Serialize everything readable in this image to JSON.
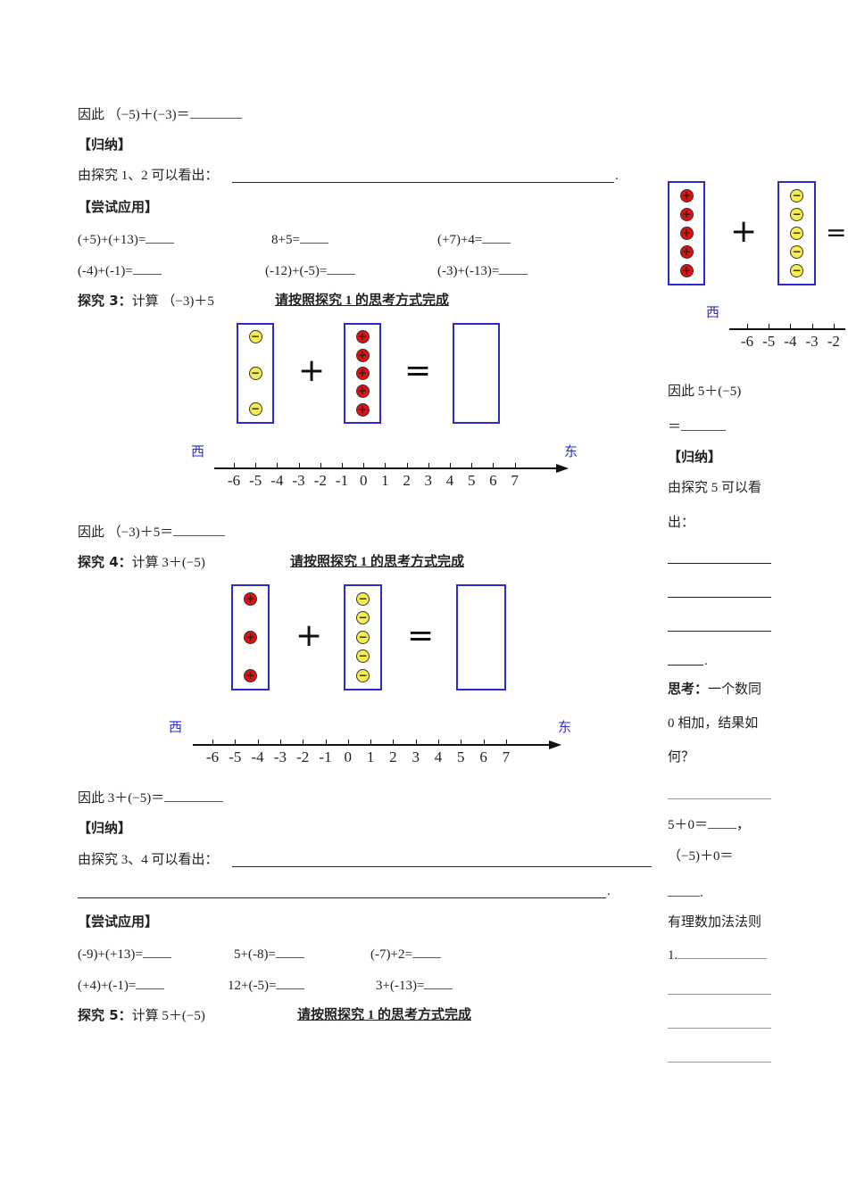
{
  "sec2_result": {
    "prefix": "因此",
    "expr": "（−5)＋(−3)＝"
  },
  "guina_label": "【归纳】",
  "guina1": {
    "text": "由探究 1、2 可以看出：",
    "end": "."
  },
  "try_label": "【尝试应用】",
  "try1": [
    "(+5)+(+13)=",
    "8+5=",
    "(+7)+4=",
    "(-4)+(-1)=",
    "(-12)+(-5)=",
    "(-3)+(-13)="
  ],
  "tan3": {
    "label": "探究 3：",
    "calc": "计算 （−3)＋5",
    "hint": "请按照探究 1 的思考方式完成"
  },
  "sec3_result": {
    "prefix": "因此",
    "expr": "（−3)＋5＝"
  },
  "tan4": {
    "label": "探究 4：",
    "calc": "计算  3＋(−5)",
    "hint": "请按照探究 1 的思考方式完成"
  },
  "sec4_result": {
    "prefix": "因此",
    "expr": "3＋(−5)＝"
  },
  "guina2": {
    "text": "由探究 3、4 可以看出：",
    "end": "."
  },
  "try2": [
    "(-9)+(+13)=",
    "5+(-8)=",
    "(-7)+2=",
    "(+4)+(-1)=",
    "12+(-5)=",
    "3+(-13)="
  ],
  "tan5": {
    "label": "探究 5：",
    "calc": "计算  5＋(−5)",
    "hint": "请按照探究 1 的思考方式完成"
  },
  "diagrams": [
    {
      "left": {
        "sign": "neg",
        "count": 3
      },
      "right": {
        "sign": "pos",
        "count": 5
      },
      "plus": "+",
      "equals": "=",
      "west": "西",
      "east": "东"
    },
    {
      "left": {
        "sign": "pos",
        "count": 3
      },
      "right": {
        "sign": "neg",
        "count": 5
      },
      "plus": "+",
      "equals": "=",
      "west": "西",
      "east": "东"
    },
    {
      "left": {
        "sign": "pos",
        "count": 5
      },
      "right": {
        "sign": "neg",
        "count": 5
      },
      "plus": "+",
      "equals": "=",
      "west": "西",
      "east": ""
    }
  ],
  "number_line_ticks": [
    "-6",
    "-5",
    "-4",
    "-3",
    "-2",
    "-1",
    "0",
    "1",
    "2",
    "3",
    "4",
    "5",
    "6",
    "7"
  ],
  "counter_symbols": {
    "pos": "+",
    "neg": "−"
  },
  "side": {
    "result_prefix": "因此",
    "result_expr": "5＋(−5)",
    "result_eq": "＝",
    "guina_label": "【归纳】",
    "guina_text1": "由探究 5 可以看",
    "guina_text2": "出：",
    "end": ".",
    "think_label": "思考：",
    "think1": "一个数同",
    "think2": "0 相加，结果如",
    "think3": "何？",
    "eq1": "5＋0＝",
    "eq1_end": "，",
    "eq2": "（−5)＋0＝",
    "eq2_end": ".",
    "rules": "有理数加法法则",
    "rule1": "1."
  },
  "colors": {
    "box_border": "#2b2bd0",
    "positive": "#e01010",
    "negative": "#f4ee50"
  }
}
